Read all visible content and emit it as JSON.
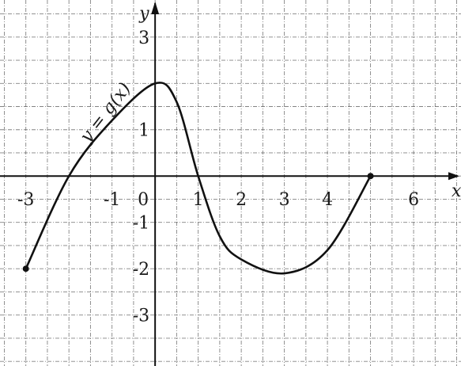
{
  "chart_data": {
    "type": "line",
    "title": "",
    "xlabel": "x",
    "ylabel": "y",
    "curve_label": "y = g(x)",
    "xlim": [
      -3.6,
      7.1
    ],
    "ylim": [
      -4.1,
      3.8
    ],
    "grid": true,
    "x_ticks": [
      {
        "value": -3,
        "label": "-3"
      },
      {
        "value": -1,
        "label": "-1"
      },
      {
        "value": 0,
        "label": "0"
      },
      {
        "value": 1,
        "label": "1"
      },
      {
        "value": 2,
        "label": "2"
      },
      {
        "value": 3,
        "label": "3"
      },
      {
        "value": 4,
        "label": "4"
      },
      {
        "value": 6,
        "label": "6"
      }
    ],
    "y_ticks": [
      {
        "value": 3,
        "label": "3"
      },
      {
        "value": 1,
        "label": "1"
      },
      {
        "value": -1,
        "label": "-1"
      },
      {
        "value": -2,
        "label": "-2"
      },
      {
        "value": -3,
        "label": "-3"
      }
    ],
    "series": [
      {
        "x": [
          -3,
          -2,
          -1,
          0,
          0.5,
          1,
          1.5,
          2,
          3,
          4,
          5
        ],
        "y": [
          -2,
          0,
          1.2,
          2,
          1.6,
          0,
          -1.3,
          -1.8,
          -2.1,
          -1.6,
          0
        ],
        "endpoints": [
          [
            -3,
            -2
          ],
          [
            5,
            0
          ]
        ]
      }
    ]
  }
}
